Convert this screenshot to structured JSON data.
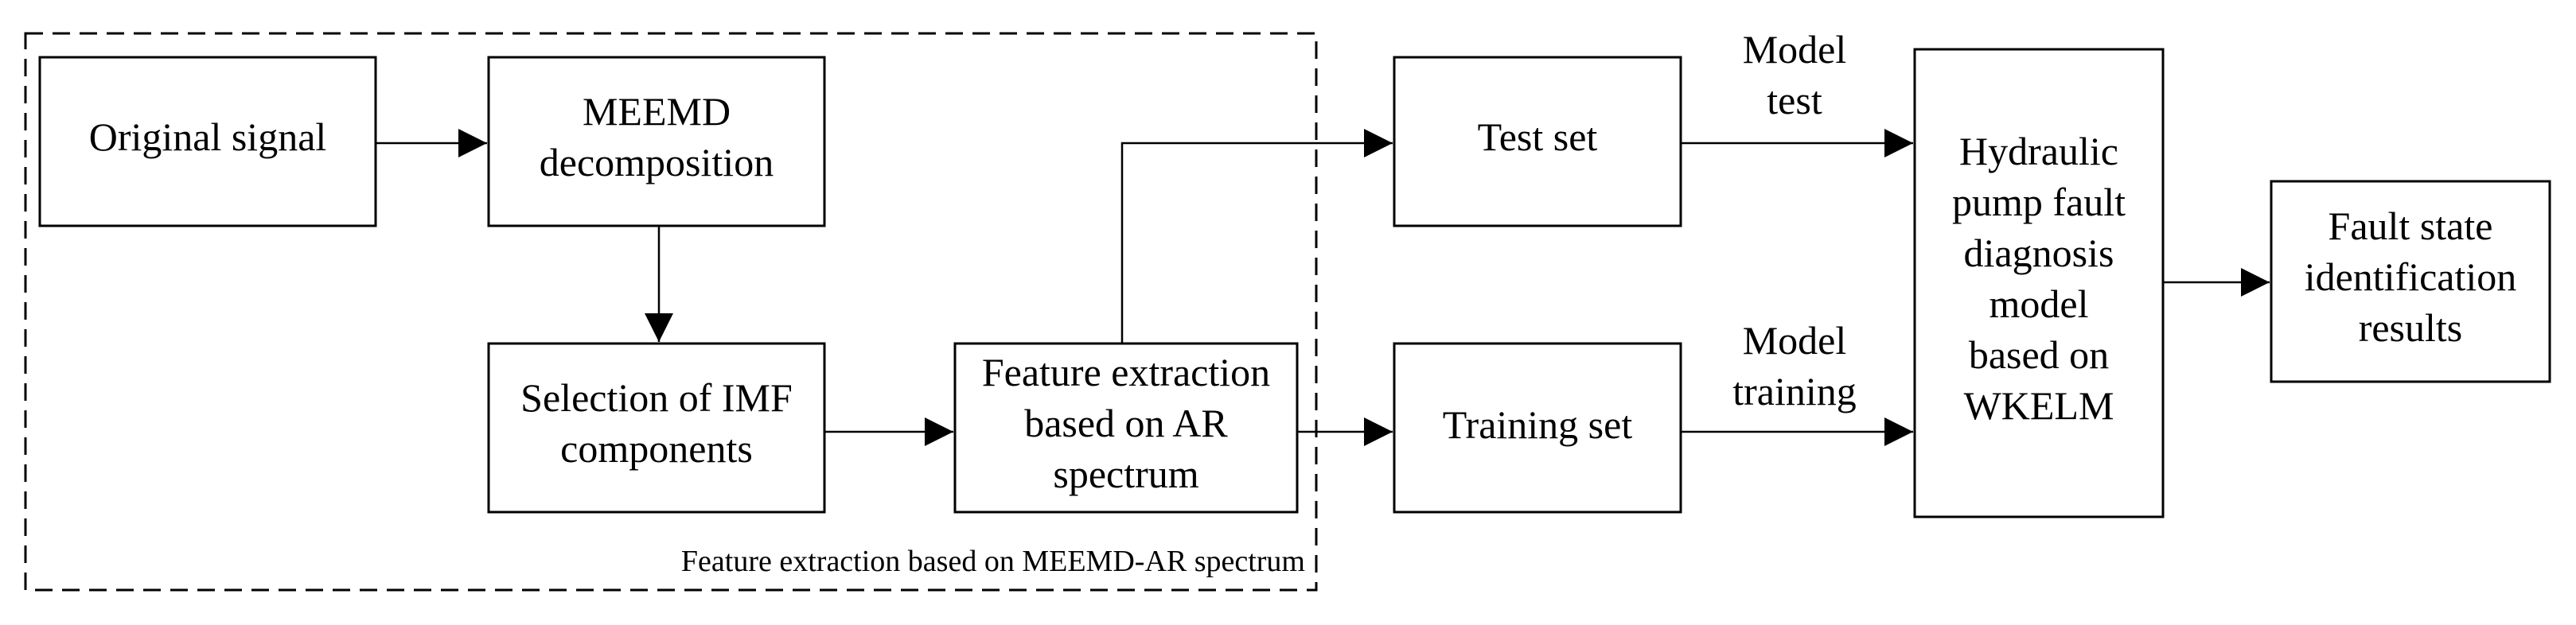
{
  "group": {
    "caption": "Feature extraction based on MEEMD-AR spectrum"
  },
  "nodes": {
    "original_signal": [
      "Original signal"
    ],
    "meemd": [
      "MEEMD",
      "decomposition"
    ],
    "imf": [
      "Selection of IMF",
      "components"
    ],
    "feature": [
      "Feature extraction",
      "based on AR",
      "spectrum"
    ],
    "test_set": [
      "Test set"
    ],
    "training_set": [
      "Training set"
    ],
    "model": [
      "Hydraulic",
      "pump fault",
      "diagnosis",
      "model",
      "based on",
      "WKELM"
    ],
    "result": [
      "Fault state",
      "identification",
      "results"
    ]
  },
  "edge_labels": {
    "model_test": [
      "Model",
      "test"
    ],
    "model_training": [
      "Model",
      "training"
    ]
  }
}
